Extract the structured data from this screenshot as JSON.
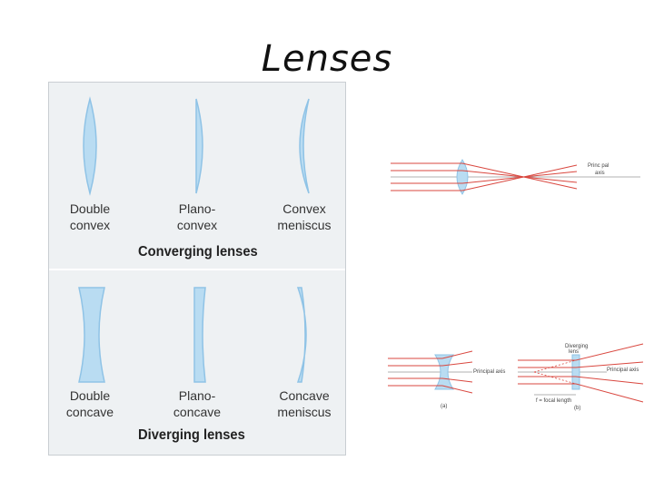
{
  "title": "Lenses",
  "converging": {
    "heading": "Converging lenses",
    "lenses": [
      {
        "line1": "Double",
        "line2": "convex"
      },
      {
        "line1": "Plano-",
        "line2": "convex"
      },
      {
        "line1": "Convex",
        "line2": "meniscus"
      }
    ]
  },
  "diverging": {
    "heading": "Diverging lenses",
    "lenses": [
      {
        "line1": "Double",
        "line2": "concave"
      },
      {
        "line1": "Plano-",
        "line2": "concave"
      },
      {
        "line1": "Concave",
        "line2": "meniscus"
      }
    ]
  },
  "ray_diagrams": {
    "converging_axis_label_1": "Princ pal",
    "converging_axis_label_2": "axis",
    "div_a_axis_label": "Principal axis",
    "div_a_caption": "(a)",
    "div_b_lens_label_1": "Diverging",
    "div_b_lens_label_2": "lens",
    "div_b_axis_label": "Principal axis",
    "div_b_focal_label": "f = focal length",
    "div_b_caption": "(b)"
  },
  "colors": {
    "lens_fill": "#b9dcf2",
    "lens_edge": "#8fc3e6",
    "ray": "#d9473f",
    "panel_bg": "#eef1f3"
  }
}
